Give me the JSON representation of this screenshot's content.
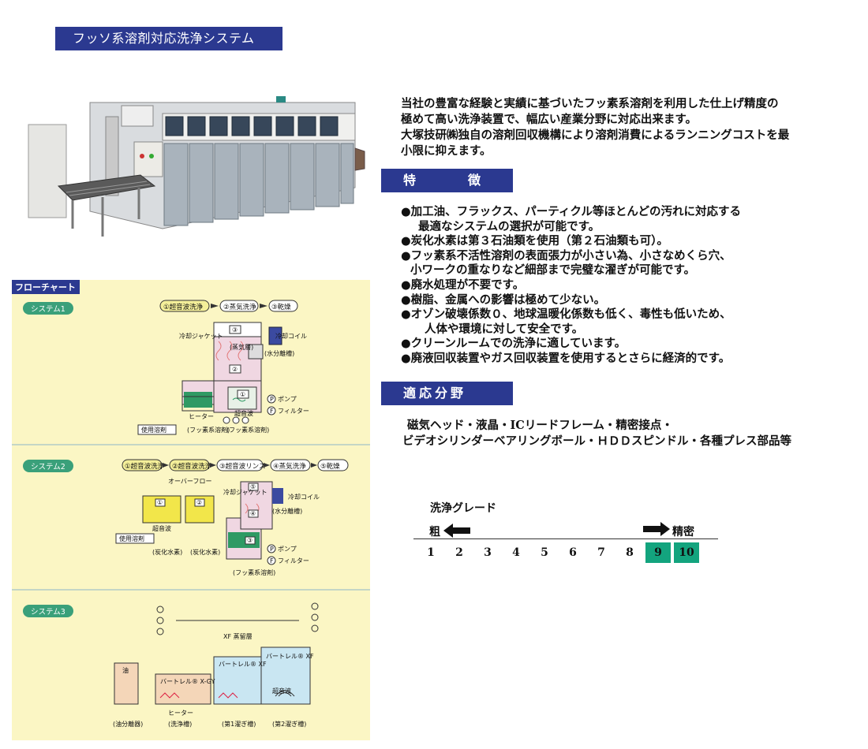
{
  "header": {
    "title": "フッソ系溶剤対応洗浄システム"
  },
  "intro": {
    "lines": [
      "当社の豊富な経験と実績に基づいたフッ素系溶剤を利用した仕上げ精度の",
      "極めて高い洗浄装置で、幅広い産業分野に対応出来ます。",
      "大塚技研㈱独自の溶剤回収機構により溶剤消費によるランニングコストを最",
      "小限に抑えます。"
    ]
  },
  "features": {
    "heading_left": "特",
    "heading_right": "徴",
    "lines": [
      "●加工油、フラックス、パーティクル等ほとんどの汚れに対応する",
      "最適なシステムの選択が可能です。",
      "●炭化水素は第３石油類を使用（第２石油類も可）。",
      "●フッ素系不活性溶剤の表面張力が小さい為、小さなめくら穴、",
      "小ワークの重なりなど細部まで完璧な濯ぎが可能です。",
      "●廃水処理が不要です。",
      "●樹脂、金属への影響は極めて少ない。",
      "●オゾン破壊係数０、地球温暖化係数も低く、毒性も低いため、",
      "人体や環境に対して安全です。",
      "●クリーンルームでの洗浄に適しています。",
      "●廃液回収装置やガス回収装置を使用するとさらに経済的です。"
    ]
  },
  "fields": {
    "heading": "適応分野",
    "lines": [
      "磁気ヘッド・液晶・ICリードフレーム・精密接点・",
      "ビデオシリンダーベアリングボール・ＨＤＤスピンドル・各種プレス部品等"
    ]
  },
  "grade": {
    "title": "洗浄グレード",
    "coarse": "粗",
    "fine": "精密",
    "levels": [
      "1",
      "2",
      "3",
      "4",
      "5",
      "6",
      "7",
      "8",
      "9",
      "10"
    ],
    "highlighted": [
      "9",
      "10"
    ],
    "highlight_color": "#13a47e"
  },
  "flowchart": {
    "title": "フローチャート",
    "system1": {
      "label": "システム1",
      "steps": [
        "①超音波洗浄",
        "②蒸気洗浄",
        "③乾燥"
      ],
      "labels": {
        "jacket": "冷却ジャケット",
        "coil": "冷却コイル",
        "steam": "(蒸気層)",
        "water_sep": "(水分離槽)",
        "heater": "ヒーター",
        "ultrasonic": "超音波",
        "pump": "ポンプ",
        "filter": "フィルター",
        "solvent": "使用溶剤",
        "fluoro1": "(フッ素系溶剤)",
        "fluoro2": "(フッ素系溶剤)",
        "n3": "③",
        "n2": "②",
        "n1": "①",
        "p": "P",
        "f": "F"
      }
    },
    "system2": {
      "label": "システム2",
      "steps": [
        "①超音波洗浄",
        "②超音波洗浄",
        "③超音波リンス",
        "④蒸気洗浄",
        "⑤乾燥"
      ],
      "labels": {
        "overflow": "オーバーフロー",
        "jacket": "冷却ジャケット",
        "coil": "冷却コイル",
        "water_sep": "(水分離槽)",
        "ultrasonic": "超音波",
        "hydro1": "(炭化水素)",
        "hydro2": "(炭化水素)",
        "fluoro": "(フッ素系溶剤)",
        "solvent": "使用溶剤",
        "pump": "ポンプ",
        "filter": "フィルター",
        "n1": "①",
        "n2": "②",
        "n3": "③",
        "n4": "④",
        "n5": "⑤",
        "p": "P",
        "f": "F"
      }
    },
    "system3": {
      "label": "システム3",
      "labels": {
        "xf_layer": "XF 蒸留層",
        "oil": "油",
        "tank1": "バートレル® X-GY",
        "tank2": "バートレル® XF",
        "tank3": "バートレル® XF",
        "heater": "ヒーター",
        "ultrasonic": "超音波",
        "cap1": "(油分離器)",
        "cap2": "(洗浄槽)",
        "cap3": "(第1濯ぎ槽)",
        "cap4": "(第2濯ぎ槽)"
      }
    }
  }
}
